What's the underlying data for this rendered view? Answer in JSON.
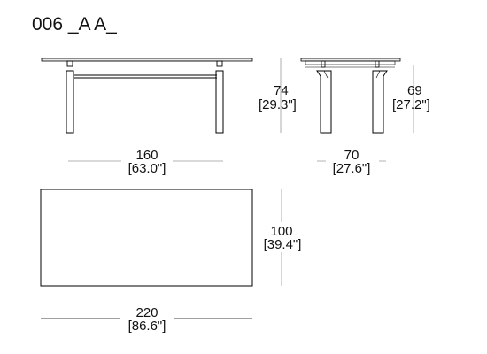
{
  "title": "006 _A A_",
  "dimensions": {
    "side_height": {
      "value": "74",
      "imperial": "[29.3\"]"
    },
    "end_height": {
      "value": "69",
      "imperial": "[27.2\"]"
    },
    "side_length": {
      "value": "160",
      "imperial": "[63.0\"]"
    },
    "end_width": {
      "value": "70",
      "imperial": "[27.6\"]"
    },
    "top_depth": {
      "value": "100",
      "imperial": "[39.4\"]"
    },
    "top_length": {
      "value": "220",
      "imperial": "[86.6\"]"
    }
  },
  "colors": {
    "line": "#000000",
    "dimension_line": "#9a9a9a",
    "glass": "#e9e9e9"
  }
}
